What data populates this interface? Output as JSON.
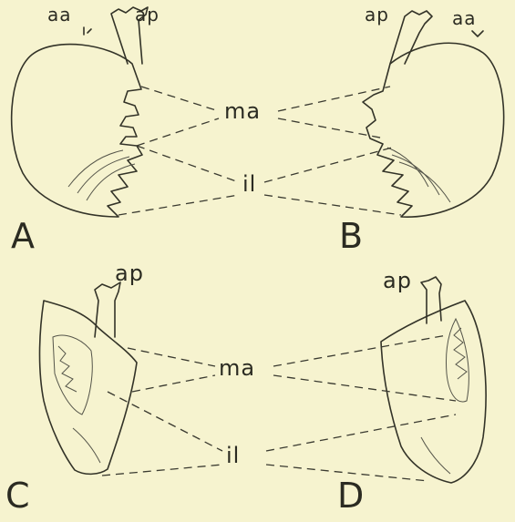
{
  "labels": {
    "aa": "aa",
    "ap": "ap",
    "ma": "ma",
    "il": "il"
  },
  "panels": {
    "a": "A",
    "b": "B",
    "c": "C",
    "d": "D"
  },
  "colors": {
    "background": "#f6f3cf",
    "ink": "#333328"
  }
}
